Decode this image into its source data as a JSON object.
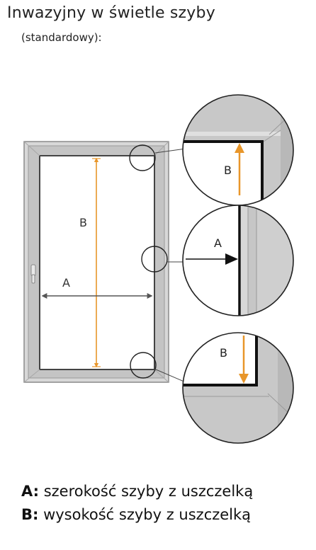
{
  "title": "Inwazyjny w świetle szyby",
  "subtitle": "(standardowy):",
  "diagram": {
    "label_a": "A",
    "label_b": "B",
    "detail_top_label": "B",
    "detail_mid_label": "A",
    "detail_bottom_label": "B",
    "colors": {
      "arrow_orange": "#e8962a",
      "frame_gray": "#c8c8c8",
      "glass": "#ffffff"
    }
  },
  "legend": {
    "a_key": "A:",
    "a_text": " szerokość szyby z uszczelką",
    "b_key": "B:",
    "b_text": " wysokość szyby z uszczelką"
  }
}
